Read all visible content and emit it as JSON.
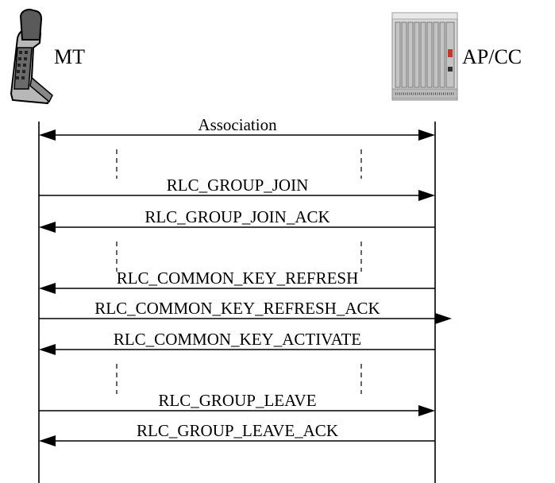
{
  "entities": {
    "left": {
      "label": "MT"
    },
    "right": {
      "label": "AP/CC"
    }
  },
  "messages": [
    {
      "label": "Association",
      "direction": "both"
    },
    {
      "label": "RLC_GROUP_JOIN",
      "direction": "right"
    },
    {
      "label": "RLC_GROUP_JOIN_ACK",
      "direction": "left"
    },
    {
      "label": "RLC_COMMON_KEY_REFRESH",
      "direction": "left"
    },
    {
      "label": "RLC_COMMON_KEY_REFRESH_ACK",
      "direction": "right"
    },
    {
      "label": "RLC_COMMON_KEY_ACTIVATE",
      "direction": "left"
    },
    {
      "label": "RLC_GROUP_LEAVE",
      "direction": "right"
    },
    {
      "label": "RLC_GROUP_LEAVE_ACK",
      "direction": "left"
    }
  ]
}
